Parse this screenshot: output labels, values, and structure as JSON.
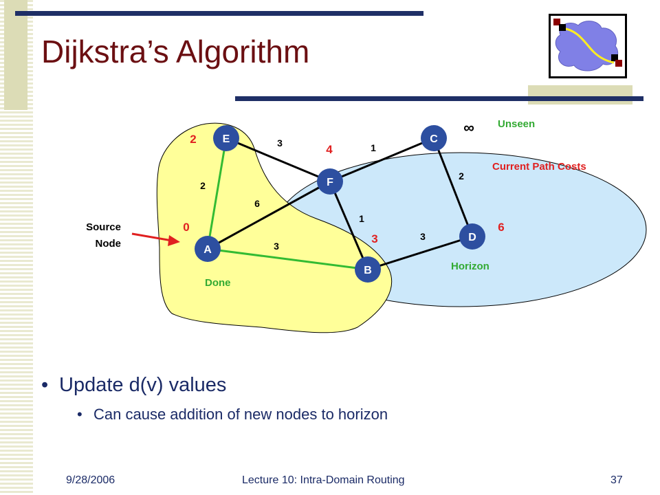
{
  "title": "Dijkstra’s Algorithm",
  "bullets": {
    "main": "Update d(v) values",
    "sub": "Can cause addition of new nodes to horizon"
  },
  "footer": {
    "date": "9/28/2006",
    "course": "Lecture 10: Intra-Domain Routing",
    "page": "37"
  },
  "diagram": {
    "nodes": {
      "A": "A",
      "B": "B",
      "C": "C",
      "D": "D",
      "E": "E",
      "F": "F"
    },
    "edge_weights": {
      "e_f": "3",
      "f_c": "1",
      "c_d": "2",
      "e_a": "2",
      "a_f": "6",
      "f_b": "1",
      "a_b": "3",
      "b_d": "3"
    },
    "costs": {
      "E": "2",
      "F": "4",
      "C": "∞",
      "A": "0",
      "B": "3",
      "D": "6"
    },
    "region_labels": {
      "unseen": "Unseen",
      "current_path_costs": "Current Path Costs",
      "horizon": "Horizon",
      "done": "Done",
      "source_line1": "Source",
      "source_line2": "Node"
    },
    "colors": {
      "done_fill": "#ffff99",
      "horizon_fill": "#cce8fa",
      "node_fill": "#2d4fa0",
      "cost_red": "#e02020",
      "label_green": "#33aa33",
      "tree_edge": "#33bb33",
      "title": "#6b0f12"
    }
  }
}
